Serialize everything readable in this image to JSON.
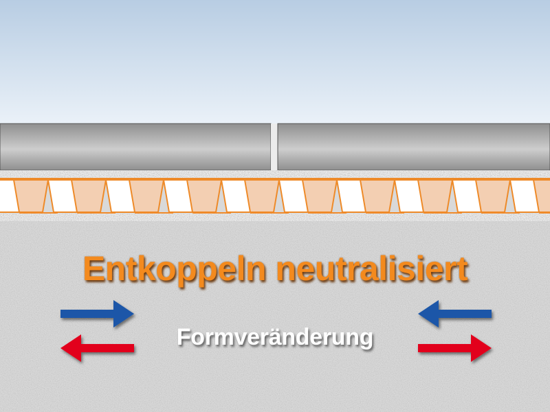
{
  "headline": "Entkoppeln neutralisiert",
  "subline": "Formveränderung",
  "colors": {
    "sky_top": "#b8cde3",
    "sky_bottom": "#eaf1f8",
    "tile_dark": "#8f8f8f",
    "tile_light": "#cdcdcd",
    "grout": "#ececec",
    "mat_fill": "#f3cfb2",
    "mat_stroke": "#ee8a28",
    "mat_tab": "#f08a2a",
    "substrate": "#d8d8d8",
    "headline_fill": "#f38a1e",
    "headline_shadow": "#6b3a10",
    "subline_fill": "#ffffff",
    "arrow_blue": "#1f57a8",
    "arrow_red": "#e2001a"
  },
  "arrows": [
    {
      "name": "left-top-arrow-right-icon",
      "direction": "right",
      "color": "arrow_blue"
    },
    {
      "name": "left-bottom-arrow-left-icon",
      "direction": "left",
      "color": "arrow_red"
    },
    {
      "name": "right-top-arrow-left-icon",
      "direction": "left",
      "color": "arrow_blue"
    },
    {
      "name": "right-bottom-arrow-right-icon",
      "direction": "right",
      "color": "arrow_red"
    }
  ]
}
